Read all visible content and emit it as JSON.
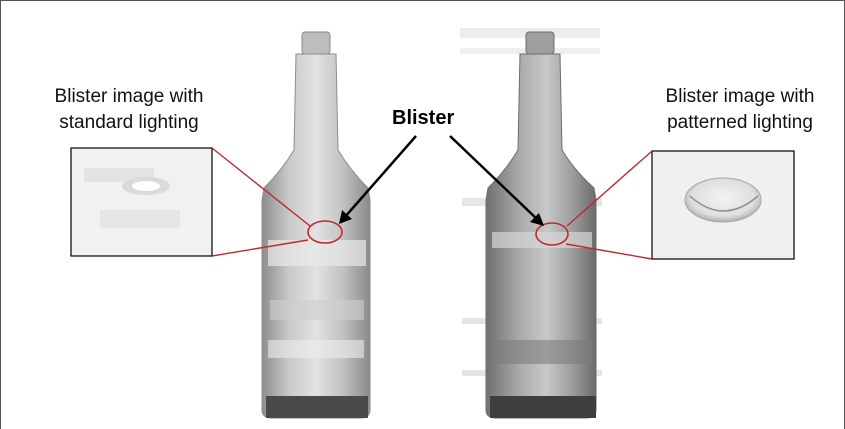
{
  "left_caption": {
    "line1": "Blister image with",
    "line2": "standard lighting"
  },
  "right_caption": {
    "line1": "Blister image with",
    "line2": "patterned lighting"
  },
  "center_label": "Blister",
  "colors": {
    "callout_line": "#c0282d",
    "arrow": "#000000",
    "frame": "#555555"
  }
}
